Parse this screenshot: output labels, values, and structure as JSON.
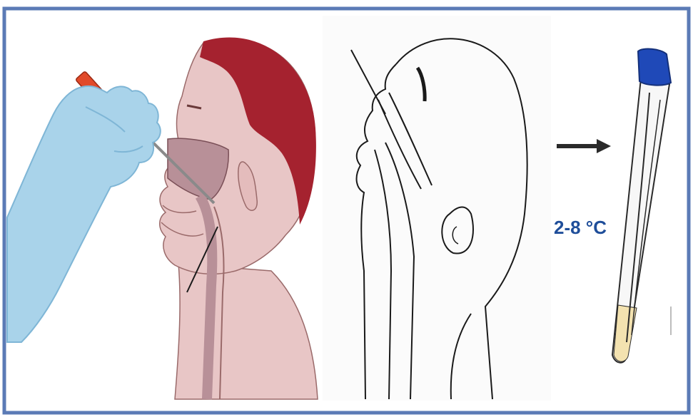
{
  "figure": {
    "panels": [
      {
        "id": "nasal-swab-illustration",
        "text": ""
      },
      {
        "id": "nasal-swab-line-drawing",
        "text": ""
      },
      {
        "id": "transport-storage",
        "text": ""
      }
    ],
    "arrow": {
      "icon": "arrow-right-icon"
    },
    "storage_label": "2-8 °C",
    "tube": {
      "icon": "sample-tube-icon"
    }
  },
  "colors": {
    "border": "#5b7bb6",
    "glove": "#a9d3ea",
    "glove_stroke": "#7fb6d6",
    "hair": "#a5222f",
    "skin": "#e8c6c6",
    "skin_stroke": "#9a6a6a",
    "nasal_cavity": "#b89098",
    "swab_handle": "#e14a2a",
    "ink": "#1a1a1a",
    "label": "#1f4e9a",
    "tube_cap": "#1f49b8",
    "tube_fluid": "#f3e2b0"
  }
}
